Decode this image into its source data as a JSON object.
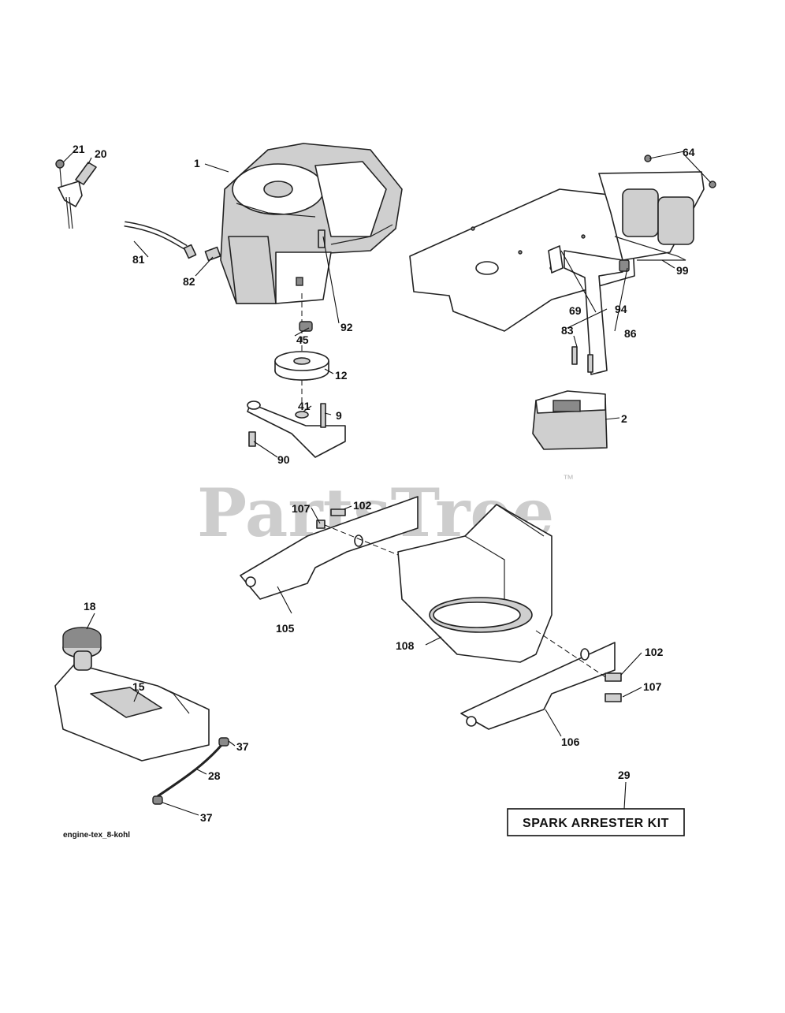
{
  "watermark": {
    "brand": "PartsTree",
    "trademark": "™"
  },
  "figure_id": "engine-tex_8-kohl",
  "kit": {
    "callout": "29",
    "label": "SPARK ARRESTER KIT"
  },
  "callouts": {
    "c1": "1",
    "c2": "2",
    "c9": "9",
    "c12": "12",
    "c15": "15",
    "c18": "18",
    "c20": "20",
    "c21": "21",
    "c28": "28",
    "c37a": "37",
    "c37b": "37",
    "c41": "41",
    "c45": "45",
    "c64": "64",
    "c69": "69",
    "c81": "81",
    "c82": "82",
    "c83": "83",
    "c86": "86",
    "c90": "90",
    "c92": "92",
    "c94": "94",
    "c99": "99",
    "c102a": "102",
    "c102b": "102",
    "c105": "105",
    "c106": "106",
    "c107a": "107",
    "c107b": "107",
    "c108": "108"
  }
}
